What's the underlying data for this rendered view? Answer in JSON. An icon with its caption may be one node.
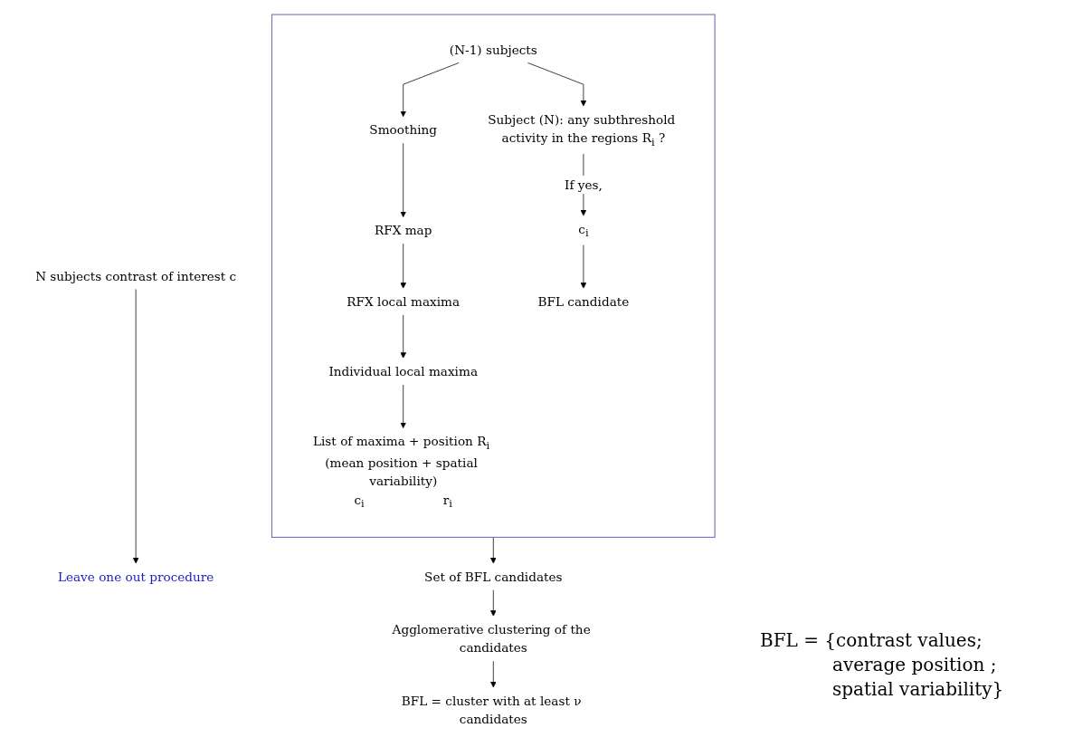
{
  "diagram": {
    "nodes": [
      {
        "text": [
          "N subjects contrast of interest c"
        ]
      },
      {
        "text": [
          "Leave one out procedure"
        ]
      },
      {
        "text": [],
        "shape": "box"
      },
      {
        "text": [
          "Smoothing"
        ],
        "in": 2
      },
      {
        "text": [
          "RFX map"
        ],
        "in": 2
      },
      {
        "text": [
          "RFX local maxima"
        ],
        "in": 2
      },
      {
        "text": [
          "Individual local maxima"
        ],
        "in": 2
      },
      {
        "text": [
          "(N-1) subjects"
        ],
        "in": 2
      },
      {
        "text": [
          "List of maxima + position R$_{i}$ (mean position + spatial variability)"
        ],
        "beside": [
          "c$_{i}$",
          "r$_{i}$"
        ],
        "in": 2
      },
      {
        "text": [
          "Subject (N): any subthreshold activity in the regions R$_{i}$ ?"
        ],
        "in": 2
      },
      {
        "text": [
          "c$_{i}$"
        ],
        "in": 2
      },
      {
        "text": [
          "BFL candidate"
        ],
        "in": 2
      },
      {
        "text": [
          "Set of BFL candidates"
        ]
      },
      {
        "text": [
          "Agglomerative clustering of the candidates"
        ]
      },
      {
        "text": [
          "BFL = cluster with at least ν candidates"
        ]
      }
    ],
    "edges": [
      {
        "from": 0,
        "to": 1,
        "arrow": "to"
      },
      {
        "from": 7,
        "to": 3,
        "arrow": "to"
      },
      {
        "from": 3,
        "to": 4,
        "arrow": "to"
      },
      {
        "from": 4,
        "to": 5,
        "arrow": "to"
      },
      {
        "from": 5,
        "to": 6,
        "arrow": "to"
      },
      {
        "from": 6,
        "to": 8,
        "arrow": "to"
      },
      {
        "from": 7,
        "to": 9,
        "arrow": "to"
      },
      {
        "from": 9,
        "to": 10,
        "label": "If yes,",
        "arrow": "to"
      },
      {
        "from": 10,
        "to": 11,
        "arrow": "to"
      },
      {
        "from": 2,
        "to": 12,
        "arrow": "to"
      },
      {
        "from": 12,
        "to": 13,
        "arrow": "to"
      },
      {
        "from": 13,
        "to": 14,
        "arrow": "to"
      }
    ],
    "labels": [
      "BFL = {contrast values; average position ; spatial variability}"
    ]
  }
}
